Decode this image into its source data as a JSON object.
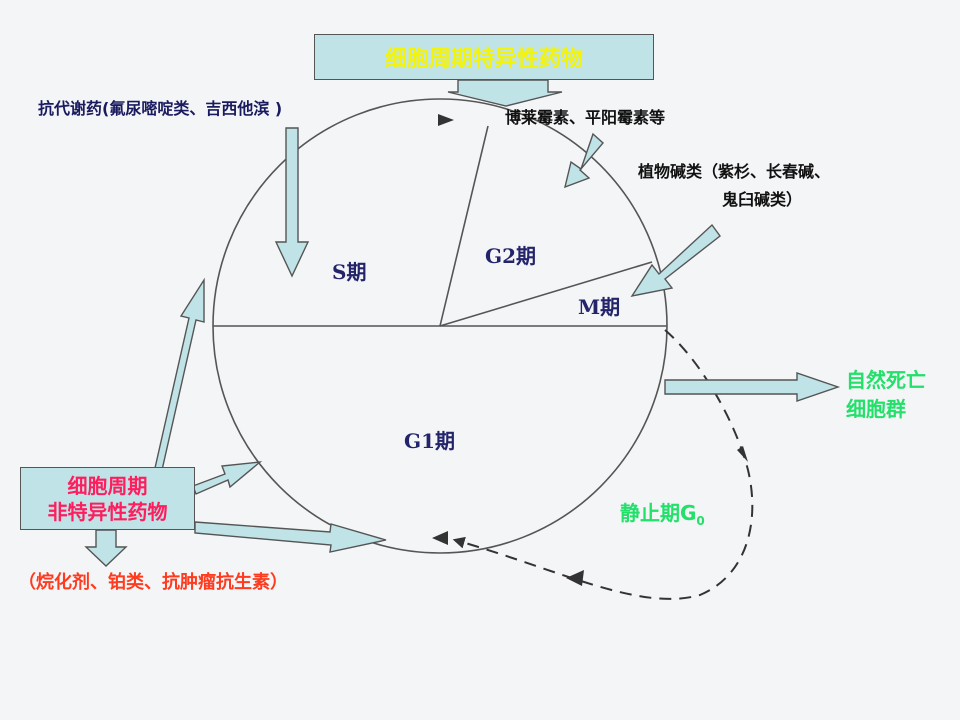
{
  "title_box": "细胞周期特异性药物",
  "phases": {
    "s": "S期",
    "g2": "G2期",
    "m": "M期",
    "g1": "G1期"
  },
  "g0": {
    "text": "静止期G",
    "sub": "0"
  },
  "antimetabolite": "抗代谢药(氟尿嘧啶类、吉西他滨 )",
  "bleomycin": "博莱霉素、平阳霉素等",
  "alkaloid": [
    "植物碱类（紫杉、长春碱、",
    "鬼臼碱类）"
  ],
  "death": [
    "自然死亡",
    "细胞群"
  ],
  "nonspecific_box": [
    "细胞周期",
    "非特异性药物"
  ],
  "nonspecific_drugs": "（烷化剂、铂类、抗肿瘤抗生素）",
  "colors": {
    "box_fill": "#bfe3e6",
    "title_text": "#f4f40a",
    "nonspecific_text": "#ff1d5e",
    "green": "#22e06a",
    "red": "#ff3b1f",
    "navy": "#1a1a5e"
  }
}
